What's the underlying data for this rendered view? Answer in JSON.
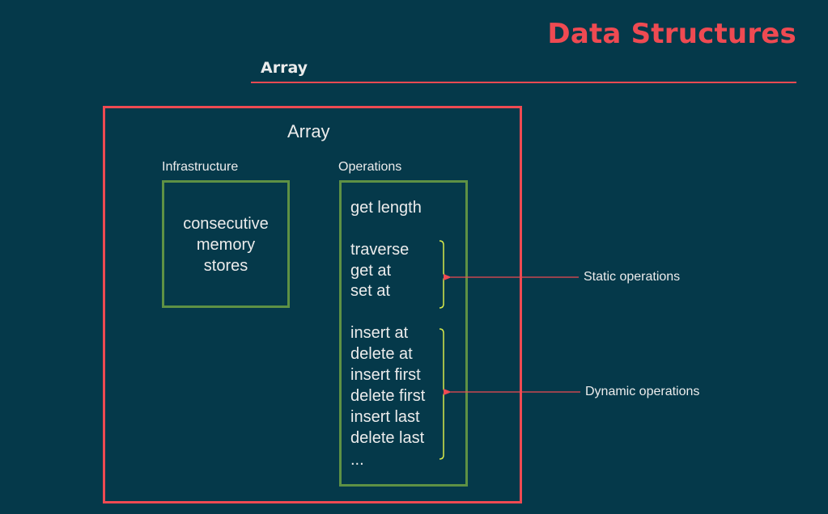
{
  "header": {
    "title": "Data Structures",
    "subtitle": "Array"
  },
  "diagram": {
    "outer_label": "Array",
    "infrastructure": {
      "label": "Infrastructure",
      "lines": [
        "consecutive",
        "memory",
        "stores"
      ]
    },
    "operations": {
      "label": "Operations",
      "items": [
        "get length",
        "traverse",
        "get at",
        "set at",
        "insert at",
        "delete at",
        "insert first",
        "delete first",
        "insert last",
        "delete last",
        "..."
      ]
    },
    "annotations": {
      "static": "Static operations",
      "dynamic": "Dynamic operations"
    }
  },
  "colors": {
    "background": "#05394a",
    "accent_red": "#ef4a52",
    "box_green": "#5e9144",
    "brace_yellow": "#d7e84a",
    "text": "#ececec"
  }
}
